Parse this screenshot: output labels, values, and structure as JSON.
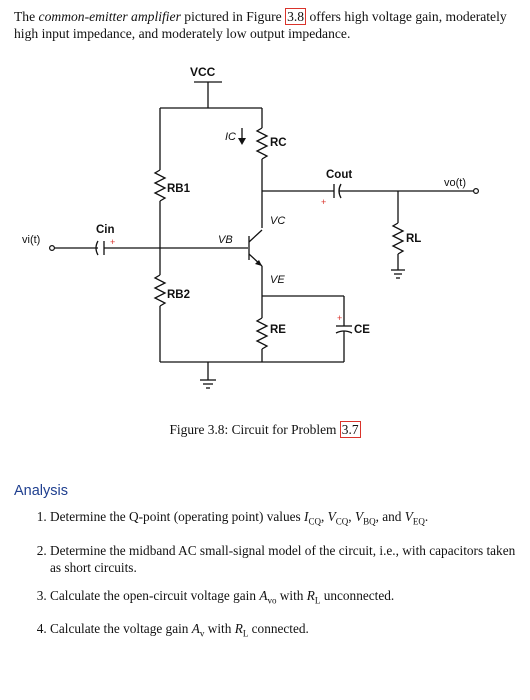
{
  "intro": {
    "before_term": "The ",
    "term": "common-emitter amplifier",
    "middle": " pictured in Figure ",
    "figure_ref": "3.8",
    "after": " offers high voltage gain, moderately high input impedance, and moderately low output impedance."
  },
  "circuit": {
    "vcc": "VCC",
    "ic": "IC",
    "rc": "RC",
    "rb1": "RB1",
    "cout": "Cout",
    "vo": "vo(t)",
    "vc": "VC",
    "vi": "vi(t)",
    "cin": "Cin",
    "vb": "VB",
    "rl": "RL",
    "ve": "VE",
    "rb2": "RB2",
    "re": "RE",
    "ce": "CE",
    "plus": "+"
  },
  "caption": {
    "text": "Figure 3.8: Circuit for Problem ",
    "problem_ref": "3.7"
  },
  "analysis": {
    "heading": "Analysis",
    "tasks": [
      {
        "before": "Determine the Q-point (operating point) values ",
        "symbols": [
          {
            "base": "I",
            "sub": "CQ"
          },
          {
            "base": "V",
            "sub": "CQ"
          },
          {
            "base": "V",
            "sub": "BQ"
          },
          {
            "base": "V",
            "sub": "EQ"
          }
        ],
        "sep1": ", ",
        "sep2": ", ",
        "sep3": ", and ",
        "after": "."
      },
      {
        "text": "Determine the midband AC small-signal model of the circuit, i.e., with capacitors taken as short circuits."
      },
      {
        "before": "Calculate the open-circuit voltage gain ",
        "sym1": {
          "base": "A",
          "sub": "vo"
        },
        "middle": " with ",
        "sym2": {
          "base": "R",
          "sub": "L"
        },
        "after": " unconnected."
      },
      {
        "before": "Calculate the voltage gain ",
        "sym1": {
          "base": "A",
          "sub": "v"
        },
        "middle": " with ",
        "sym2": {
          "base": "R",
          "sub": "L"
        },
        "after": " connected."
      }
    ]
  }
}
